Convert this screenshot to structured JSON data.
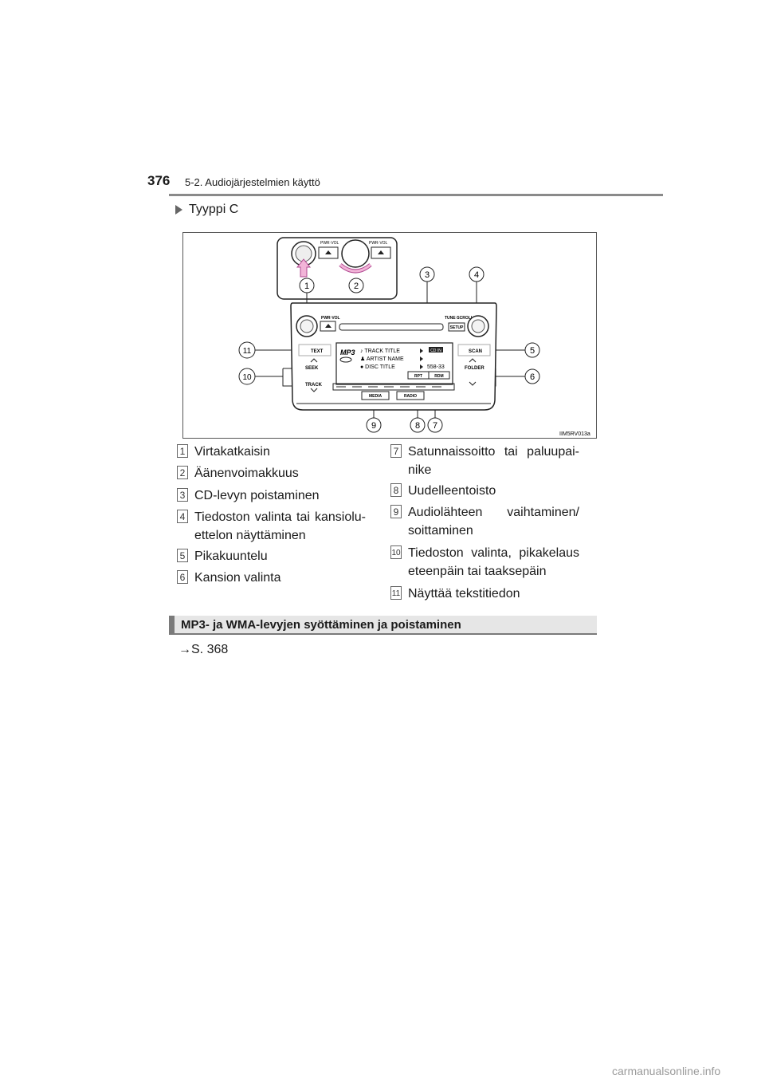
{
  "header": {
    "page_number": "376",
    "section_title": "5-2. Audiojärjestelmien käyttö"
  },
  "type_label": "Tyyppi C",
  "figure": {
    "code": "IIM5RV013a",
    "callouts": [
      "1",
      "2",
      "3",
      "4",
      "5",
      "6",
      "7",
      "8",
      "9",
      "10",
      "11"
    ],
    "inset_labels": [
      "PWR·VOL",
      "PWR·VOL"
    ],
    "panel_labels": {
      "pwr_vol": "PWR·VOL",
      "tune_scroll": "TUNE·SCROLL",
      "setup": "SETUP",
      "text": "TEXT",
      "seek": "SEEK",
      "track": "TRACK",
      "scan": "SCAN",
      "folder": "FOLDER",
      "media": "MEDIA",
      "radio": "RADIO"
    },
    "display": {
      "mp3": "MP3",
      "track_title": "♪ TRACK TITLE",
      "artist_name": "♟ ARTIST NAME",
      "disc_title": "● DISC TITLE",
      "cd_in": "CD IN",
      "time": "558-33",
      "rpt": "RPT",
      "rdm": "RDM"
    }
  },
  "legend_left": [
    {
      "num": "1",
      "text": "Virtakatkaisin"
    },
    {
      "num": "2",
      "text": "Äänenvoimakkuus"
    },
    {
      "num": "3",
      "text": "CD-levyn poistaminen"
    },
    {
      "num": "4",
      "text": "Tiedoston valinta tai kansiolu-ettelon näyttäminen"
    },
    {
      "num": "5",
      "text": "Pikakuuntelu"
    },
    {
      "num": "6",
      "text": "Kansion valinta"
    }
  ],
  "legend_right": [
    {
      "num": "7",
      "text": "Satunnaissoitto tai paluupai-nike"
    },
    {
      "num": "8",
      "text": "Uudelleentoisto"
    },
    {
      "num": "9",
      "text": "Audiolähteen vaihtaminen/ soittaminen"
    },
    {
      "num": "10",
      "text": "Tiedoston valinta, pikakelaus eteenpäin tai taaksepäin"
    },
    {
      "num": "11",
      "text": "Näyttää tekstitiedon"
    }
  ],
  "subheading": "MP3- ja WMA-levyjen syöttäminen ja poistaminen",
  "reference": "→S. 368",
  "watermark": "carmanualsonline.info"
}
